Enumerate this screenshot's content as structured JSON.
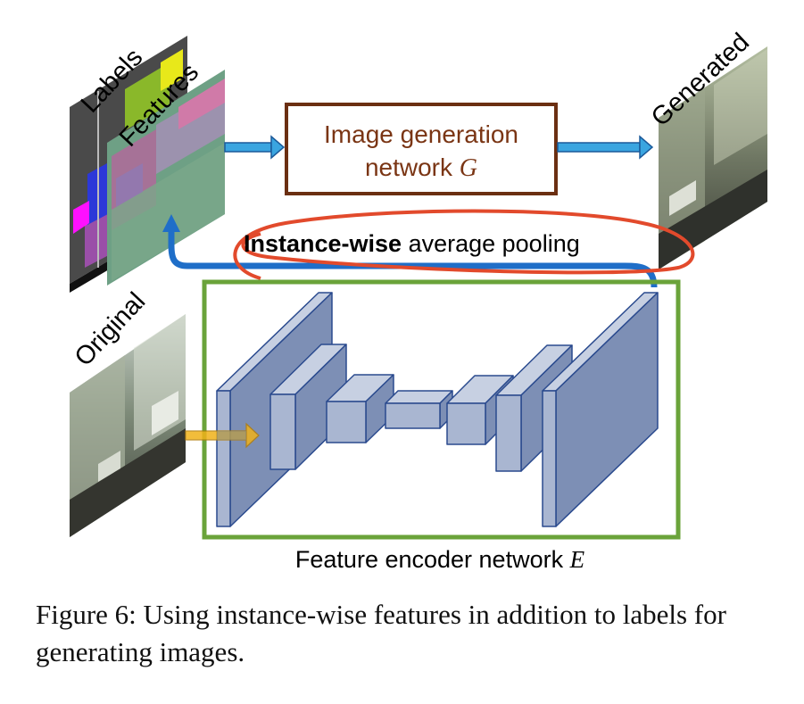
{
  "labels": {
    "labels_panel": "Labels",
    "features_panel": "Features",
    "original_panel": "Original",
    "generated_panel": "Generated"
  },
  "generator": {
    "line1": "Image generation",
    "line2_prefix": "network ",
    "line2_var": "G"
  },
  "pooling": {
    "bold": "Instance-wise",
    "rest": " average pooling"
  },
  "encoder": {
    "prefix": "Feature encoder network ",
    "var": "E"
  },
  "caption": {
    "text": "Figure 6: Using instance-wise features in addition to labels for generating images."
  },
  "colors": {
    "generator_border": "#6b2f12",
    "generator_text": "#7a3514",
    "encoder_border": "#6aa33a",
    "pool_arrow": "#1f6ec8",
    "highlight_loop": "#e24a2c",
    "flow_arrow": "#3aa5e0",
    "input_arrow": "#f0b21a",
    "block_fill": "#a9b6d1",
    "block_stroke": "#2a4a8e"
  }
}
